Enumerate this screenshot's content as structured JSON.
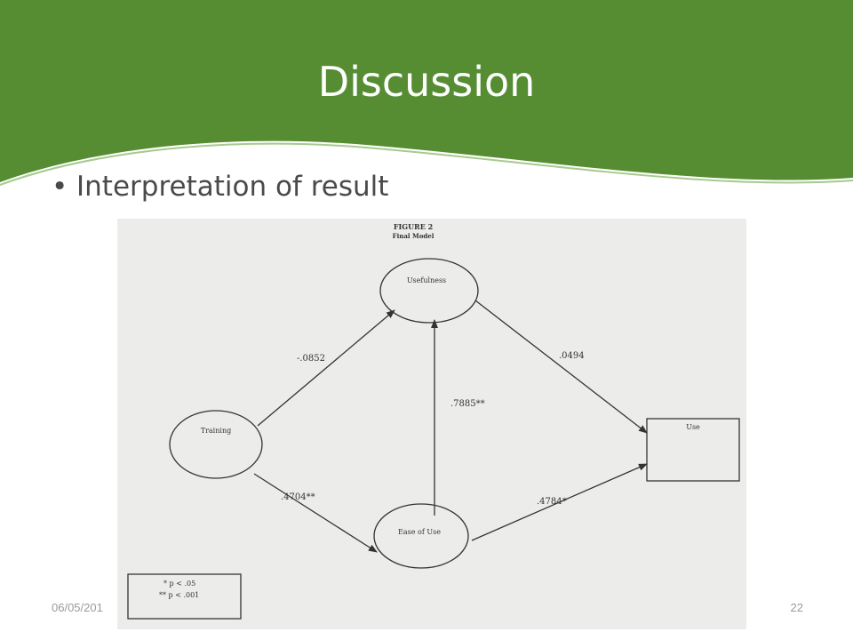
{
  "slide": {
    "title": "Discussion",
    "bullet": "Interpretation of result",
    "footer_date": "06/05/201",
    "page_number": "22"
  },
  "figure": {
    "heading": "FIGURE 2",
    "subheading": "Final Model",
    "nodes": {
      "training": "Training",
      "usefulness": "Usefulness",
      "ease_of_use": "Ease of Use",
      "use": "Use"
    },
    "paths": {
      "training_usefulness": "-.0852",
      "training_ease": ".4704**",
      "ease_usefulness": ".7885**",
      "usefulness_use": ".0494",
      "ease_use": ".4784*"
    },
    "legend": {
      "line1": "* p < .05",
      "line2": "** p < .001"
    }
  },
  "colors": {
    "header_green": "#568d33",
    "title_text": "#ffffff",
    "diagram_ink": "#333333"
  }
}
